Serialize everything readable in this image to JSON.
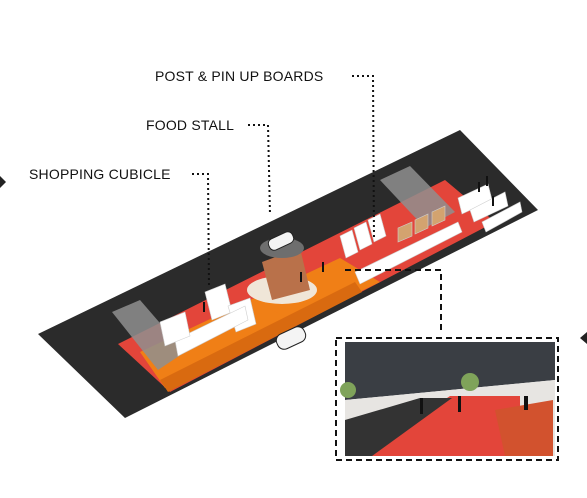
{
  "labels": {
    "post_pin_up_boards": "POST & PIN UP BOARDS",
    "food_stall": "FOOD STALL",
    "shopping_cubicle": "SHOPPING CUBICLE"
  },
  "colors": {
    "road": "#2b2b2b",
    "platform_red": "#e3453a",
    "platform_orange": "#f07f16",
    "shade_grey": "#8a8a8a",
    "leader_dots": "#111111",
    "inset_border": "#111111"
  },
  "icons": {
    "left_edge": "arrow-right-icon",
    "right_edge": "arrow-left-icon"
  }
}
